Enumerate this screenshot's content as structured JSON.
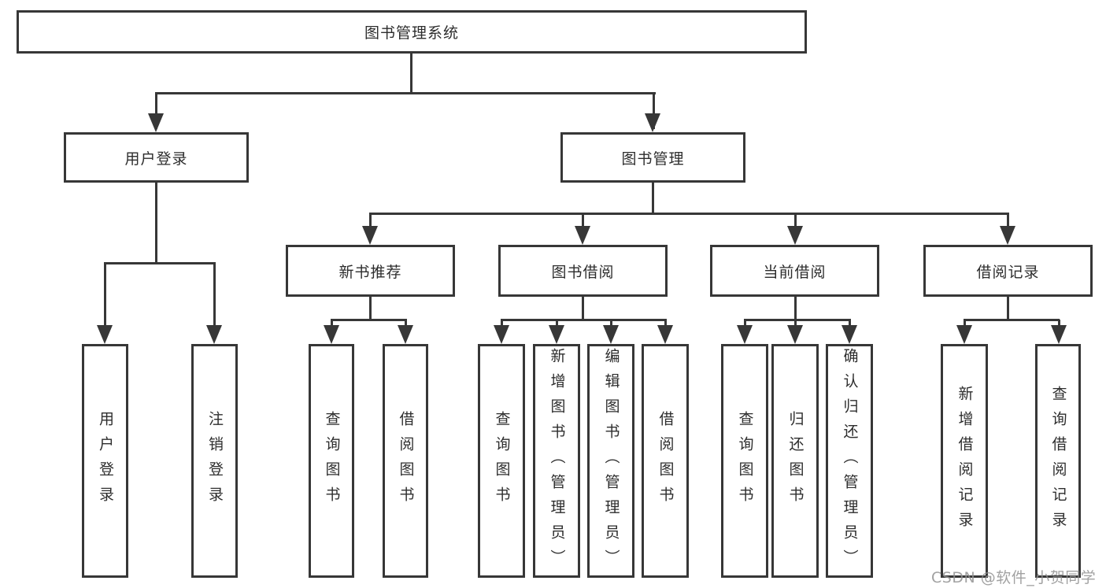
{
  "colors": {
    "line": "#373737",
    "text": "#2d2d2d",
    "watermark": "#919191",
    "background": "#ffffff"
  },
  "root": {
    "label": "图书管理系统"
  },
  "branches": {
    "user_login": {
      "label": "用户登录",
      "children": [
        {
          "label": "用户登录"
        },
        {
          "label": "注销登录"
        }
      ]
    },
    "book_mgmt": {
      "label": "图书管理",
      "sections": [
        {
          "label": "新书推荐",
          "children": [
            {
              "label": "查询图书"
            },
            {
              "label": "借阅图书"
            }
          ]
        },
        {
          "label": "图书借阅",
          "children": [
            {
              "label": "查询图书"
            },
            {
              "label": "新增图书（管理员）"
            },
            {
              "label": "编辑图书（管理员）"
            },
            {
              "label": "借阅图书"
            }
          ]
        },
        {
          "label": "当前借阅",
          "children": [
            {
              "label": "查询图书"
            },
            {
              "label": "归还图书"
            },
            {
              "label": "确认归还（管理员）"
            }
          ]
        },
        {
          "label": "借阅记录",
          "children": [
            {
              "label": "新增借阅记录"
            },
            {
              "label": "查询借阅记录"
            }
          ]
        }
      ]
    }
  },
  "watermark": {
    "text": "CSDN @软件_小贺同学"
  }
}
